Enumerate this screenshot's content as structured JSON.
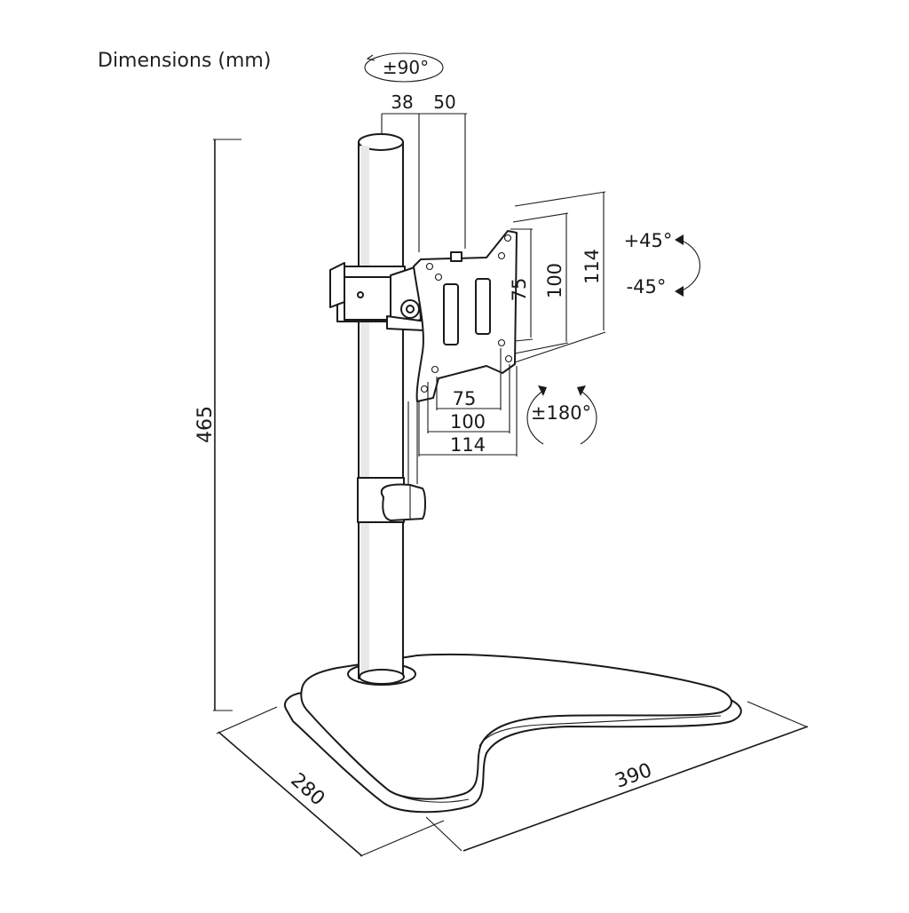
{
  "title": "Dimensions (mm)",
  "dimensions": {
    "height": "465",
    "depth": "280",
    "width": "390",
    "offset_a": "38",
    "offset_b": "50",
    "vesa_h_75": "75",
    "vesa_h_100": "100",
    "vesa_h_114": "114",
    "vesa_v_75": "75",
    "vesa_v_100": "100",
    "vesa_v_114": "114"
  },
  "rotation": {
    "swivel": "±90°",
    "tilt_up": "+45°",
    "tilt_down": "-45°",
    "rotate": "±180°"
  },
  "colors": {
    "line": "#1a1a1a",
    "background": "#ffffff"
  }
}
